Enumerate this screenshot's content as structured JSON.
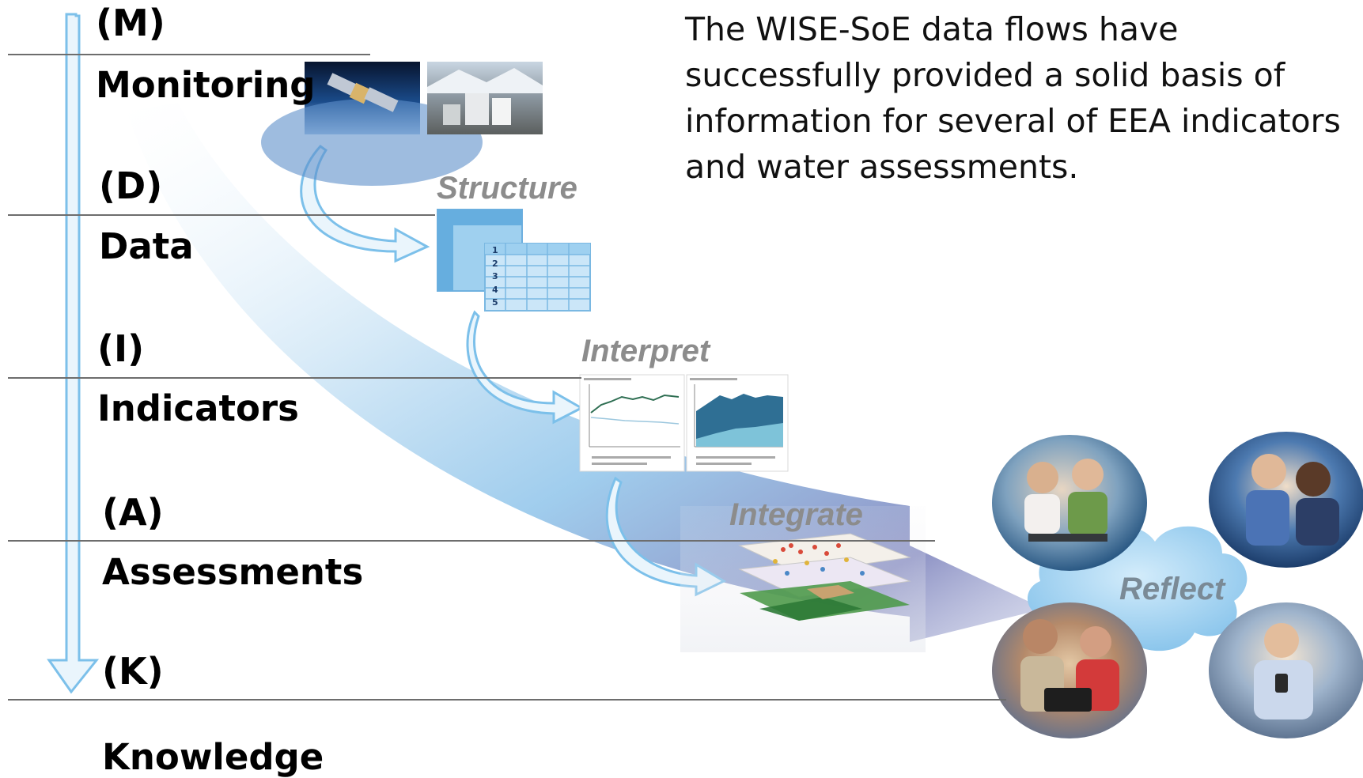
{
  "intro_text": "The WISE-SoE data flows have successfully provided a solid basis of information for several of EEA indicators and water assessments.",
  "levels": [
    {
      "code": "(M)",
      "label": "Monitoring"
    },
    {
      "code": "(D)",
      "label": "Data"
    },
    {
      "code": "(I)",
      "label": "Indicators"
    },
    {
      "code": "(A)",
      "label": "Assessments"
    },
    {
      "code": "(K)",
      "label": "Knowledge"
    }
  ],
  "steps": {
    "structure": "Structure",
    "interpret": "Interpret",
    "integrate": "Integrate",
    "reflect": "Reflect"
  },
  "table_rows": [
    "1",
    "2",
    "3",
    "4",
    "5"
  ],
  "colors": {
    "arrow_light": "#cfe6f6",
    "arrow_mid": "#8fc4ea",
    "arrow_dark": "#6a6fb0",
    "cloud": "#a9d4f0",
    "chart_fill": "#2f8aa6",
    "chart_line": "#2e6e52"
  }
}
